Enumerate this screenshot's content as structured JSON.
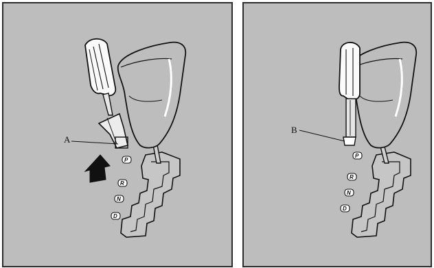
{
  "panels": [
    {
      "callout": "A",
      "gear_labels": [
        "P",
        "R",
        "N",
        "D"
      ]
    },
    {
      "callout": "B",
      "gear_labels": [
        "P",
        "R",
        "N",
        "D"
      ]
    }
  ],
  "colors": {
    "panel_bg": "#bdbdbd",
    "panel_border": "#2b2b2b",
    "line": "#111111",
    "highlight": "#ffffff",
    "arrow": "#111111"
  },
  "icons": [
    "screwdriver-icon",
    "shift-knob-icon",
    "shift-gate-icon",
    "push-up-arrow-icon"
  ]
}
